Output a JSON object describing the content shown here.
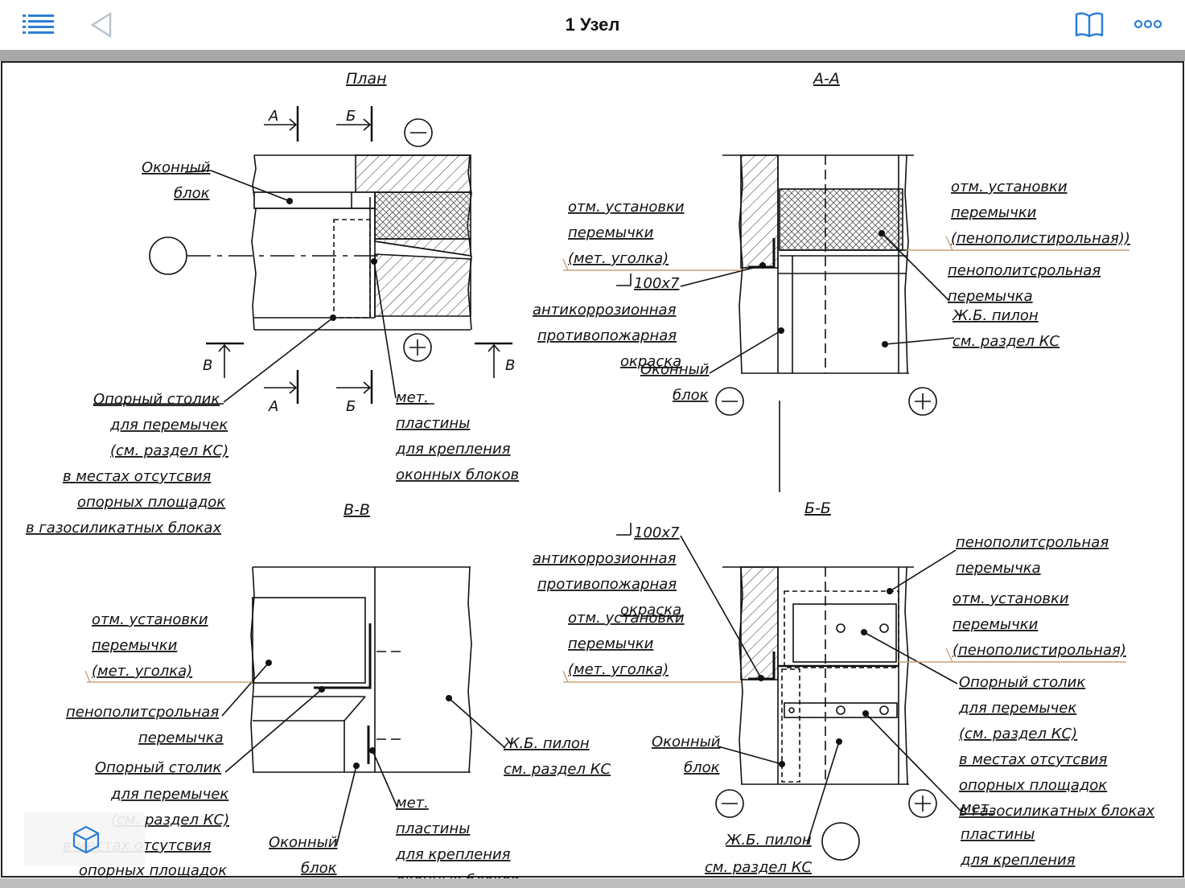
{
  "header": {
    "title": "1 Узел",
    "icons": {
      "menu": "list-menu-icon",
      "back": "back-triangle-icon",
      "book": "book-icon",
      "more": "more-dots-icon"
    }
  },
  "colors": {
    "accent": "#2d7fd6",
    "drawing_line": "#111111",
    "leader_tan": "#c9a27a",
    "divider": "#a8a8a8"
  },
  "views": {
    "plan": {
      "title": "План",
      "section_a": "А",
      "section_b": "Б",
      "section_v": "В",
      "minus": "−",
      "plus": "+",
      "window_block": [
        "Оконный",
        "блок"
      ],
      "support": [
        "Опорный столик",
        "для перемычек",
        "(см. раздел КС)",
        "в местах отсутсвия",
        "опорных площадок",
        "в газосиликатных блоках"
      ],
      "plates": [
        "мет.",
        "пластины",
        "для крепления",
        "оконных блоков"
      ]
    },
    "aa": {
      "title": "А-А",
      "mark_left": [
        "отм. установки",
        "перемычки",
        "(мет. уголка)"
      ],
      "angle": "100х7",
      "coating": [
        "антикоррозионная",
        "противопожарная",
        "окраска"
      ],
      "window_block": [
        "Оконный",
        "блок"
      ],
      "mark_right": [
        "отм. установки",
        "перемычки",
        "(пенополистирольная))"
      ],
      "foam": [
        "пенополитсрольная",
        "перемычка"
      ],
      "pylon": [
        "Ж.Б. пилон",
        "см. раздел КС"
      ]
    },
    "vv": {
      "title": "В-В",
      "mark": [
        "отм. установки",
        "перемычки",
        "(мет. уголка)"
      ],
      "foam": [
        "пенополитсрольная",
        "перемычка"
      ],
      "support": [
        "Опорный столик",
        "для перемычек",
        "(см. раздел КС)",
        "в местах отсутсвия",
        "опорных площадок"
      ],
      "window_block": [
        "Оконный",
        "блок"
      ],
      "plates": [
        "мет.",
        "пластины",
        "для крепления",
        "оконных блоков"
      ],
      "pylon": [
        "Ж.Б. пилон",
        "см. раздел КС"
      ]
    },
    "bb": {
      "title": "Б-Б",
      "angle": "100х7",
      "coating": [
        "антикоррозионная",
        "противопожарная",
        "окраска"
      ],
      "mark_left": [
        "отм. установки",
        "перемычки",
        "(мет. уголка)"
      ],
      "window_block": [
        "Оконный",
        "блок"
      ],
      "pylon": [
        "Ж.Б. пилон",
        "см. раздел КС"
      ],
      "foam": [
        "пенополитсрольная",
        "перемычка"
      ],
      "mark_right": [
        "отм. установки",
        "перемычки",
        "(пенополистирольная)"
      ],
      "support": [
        "Опорный столик",
        "для перемычек",
        "(см. раздел КС)",
        "в местах отсутсвия",
        "опорных площадок",
        "в газосиликатных блоках"
      ],
      "plates": [
        "мет.",
        "пластины",
        "для крепления"
      ]
    }
  },
  "fab": {
    "icon": "cube-icon"
  }
}
